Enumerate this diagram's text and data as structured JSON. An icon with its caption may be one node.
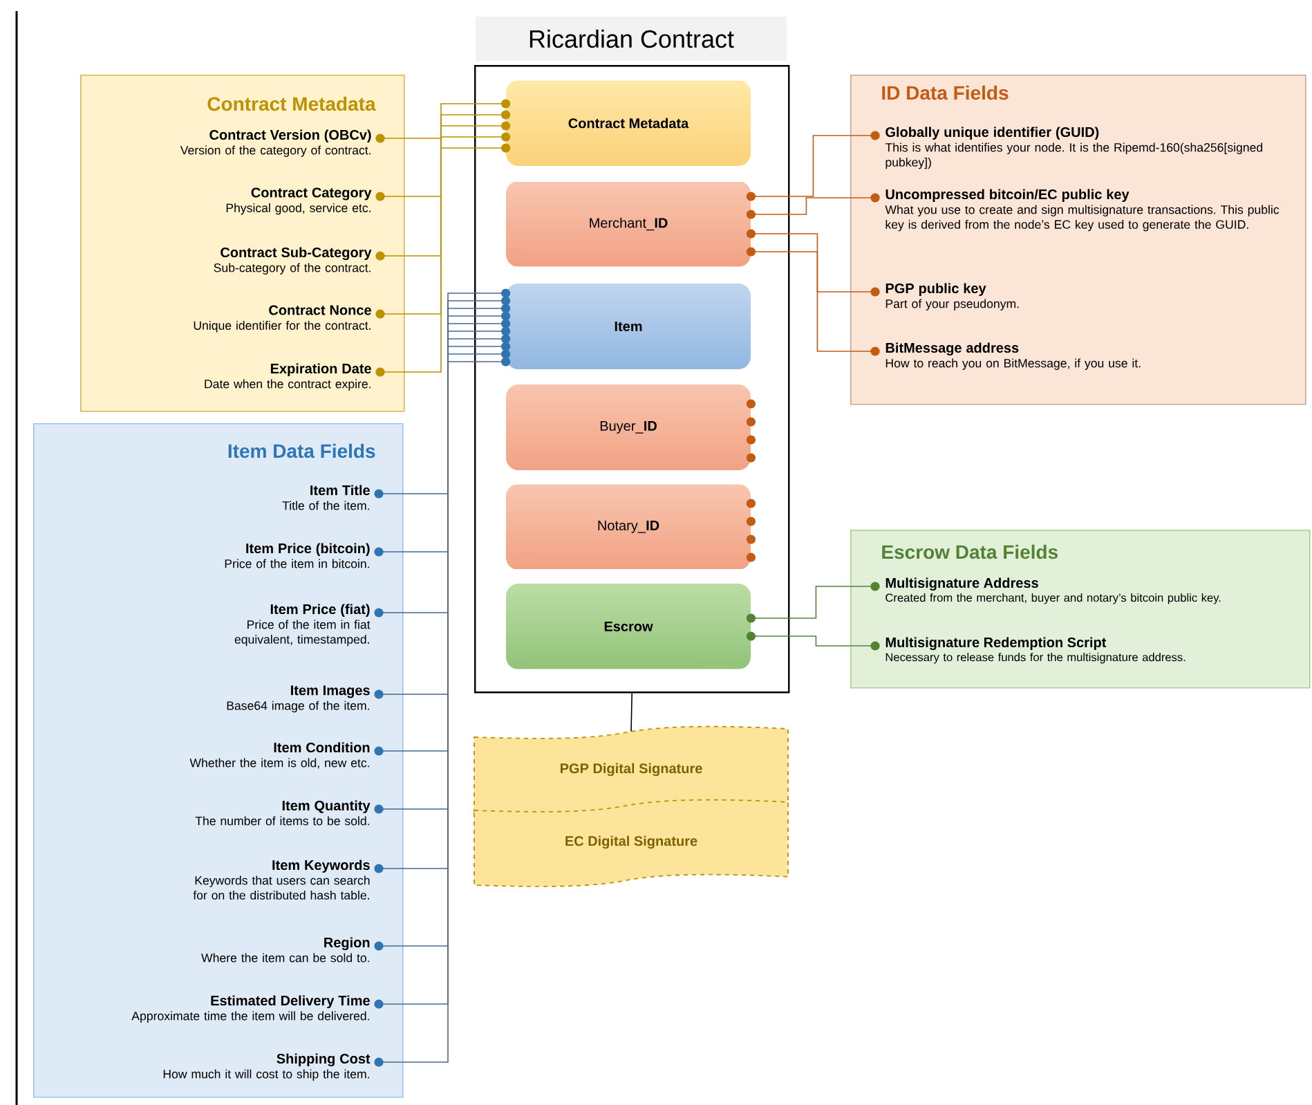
{
  "diagram": {
    "nodes": [
      {
        "text": [
          "Ricardian Contract"
        ]
      },
      {
        "text": [
          "Contract Metadata"
        ],
        "in": 0
      },
      {
        "text": [
          "Merchant_**ID**"
        ],
        "in": 0
      },
      {
        "text": [
          "Item"
        ],
        "in": 0
      },
      {
        "text": [
          "Buyer_**ID**"
        ],
        "in": 0
      },
      {
        "text": [
          "Notary_**ID**"
        ],
        "in": 0
      },
      {
        "text": [
          "Escrow"
        ],
        "in": 0
      },
      {
        "text": [
          "PGP Digital Signature"
        ]
      },
      {
        "text": [
          "EC Digital Signature"
        ]
      },
      {
        "text": [
          "Contract Metadata"
        ]
      },
      {
        "text": [
          "Contract Version (OBCv)",
          "Version of the category of contract."
        ],
        "in": 9
      },
      {
        "text": [
          "Contract Category",
          "Physical good, service etc."
        ],
        "in": 9
      },
      {
        "text": [
          "Contract Sub-Category",
          "Sub-category of the contract."
        ],
        "in": 9
      },
      {
        "text": [
          "Contract Nonce",
          "Unique identifier for the contract."
        ],
        "in": 9
      },
      {
        "text": [
          "Expiration Date",
          "Date when the contract expire."
        ],
        "in": 9
      },
      {
        "text": [
          "ID Data Fields"
        ]
      },
      {
        "text": [
          "Globally unique identifier (GUID)",
          "This is what identifies your node. It is the Ripemd-160(sha256[signed pubkey])"
        ],
        "in": 15
      },
      {
        "text": [
          "Uncompressed bitcoin/EC public key",
          "What you use to create and sign multisignature transactions. This public key is derived from the node’s EC key used to generate the GUID."
        ],
        "in": 15
      },
      {
        "text": [
          "PGP public key",
          "Part of your pseudonym."
        ],
        "in": 15
      },
      {
        "text": [
          "BitMessage address",
          "How to reach you on BitMessage, if you use it."
        ],
        "in": 15
      },
      {
        "text": [
          "Item Data Fields"
        ]
      },
      {
        "text": [
          "Item Title",
          "Title of the item."
        ],
        "in": 20
      },
      {
        "text": [
          "Item Price (bitcoin)",
          "Price of the item in bitcoin."
        ],
        "in": 20
      },
      {
        "text": [
          "Item Price (fiat)",
          "Price of the item in fiat equivalent, timestamped."
        ],
        "in": 20
      },
      {
        "text": [
          "Item Images",
          "Base64 image of the item."
        ],
        "in": 20
      },
      {
        "text": [
          "Item Condition",
          "Whether the item is old, new etc."
        ],
        "in": 20
      },
      {
        "text": [
          "Item Quantity",
          "The number of items to be sold."
        ],
        "in": 20
      },
      {
        "text": [
          "Item Keywords",
          "Keywords that users can search for on the distributed hash table."
        ],
        "in": 20
      },
      {
        "text": [
          "Region",
          "Where the item can be sold to."
        ],
        "in": 20
      },
      {
        "text": [
          "Estimated Delivery Time",
          "Approximate time the item will be delivered."
        ],
        "in": 20
      },
      {
        "text": [
          "Shipping Cost",
          "How much it will cost to ship the item."
        ],
        "in": 20
      },
      {
        "text": [
          "Escrow Data Fields"
        ]
      },
      {
        "text": [
          "Multisignature Address",
          "Created from the merchant, buyer and notary’s bitcoin public key."
        ],
        "in": 31
      },
      {
        "text": [
          "Multisignature Redemption Script",
          "Necessary to release funds for the multisignature address."
        ],
        "in": 31
      }
    ],
    "edges": [
      {
        "from": 10,
        "to": 1,
        "arrow": "none",
        "color": "#bf9000"
      },
      {
        "from": 11,
        "to": 1,
        "arrow": "none",
        "color": "#bf9000"
      },
      {
        "from": 12,
        "to": 1,
        "arrow": "none",
        "color": "#bf9000"
      },
      {
        "from": 13,
        "to": 1,
        "arrow": "none",
        "color": "#bf9000"
      },
      {
        "from": 14,
        "to": 1,
        "arrow": "none",
        "color": "#bf9000"
      },
      {
        "from": 2,
        "to": 16,
        "arrow": "none",
        "color": "#c55a11"
      },
      {
        "from": 2,
        "to": 17,
        "arrow": "none",
        "color": "#c55a11"
      },
      {
        "from": 2,
        "to": 18,
        "arrow": "none",
        "color": "#c55a11"
      },
      {
        "from": 2,
        "to": 19,
        "arrow": "none",
        "color": "#c55a11"
      },
      {
        "from": 21,
        "to": 3,
        "arrow": "none"
      },
      {
        "from": 22,
        "to": 3,
        "arrow": "none"
      },
      {
        "from": 23,
        "to": 3,
        "arrow": "none"
      },
      {
        "from": 24,
        "to": 3,
        "arrow": "none"
      },
      {
        "from": 25,
        "to": 3,
        "arrow": "none"
      },
      {
        "from": 26,
        "to": 3,
        "arrow": "none"
      },
      {
        "from": 27,
        "to": 3,
        "arrow": "none"
      },
      {
        "from": 28,
        "to": 3,
        "arrow": "none"
      },
      {
        "from": 29,
        "to": 3,
        "arrow": "none"
      },
      {
        "from": 30,
        "to": 3,
        "arrow": "none"
      },
      {
        "from": 6,
        "to": 32,
        "arrow": "none",
        "color": "#548235"
      },
      {
        "from": 6,
        "to": 33,
        "arrow": "none",
        "color": "#548235"
      },
      {
        "from": 0,
        "to": 7,
        "arrow": "none",
        "color": "#000000"
      }
    ]
  }
}
